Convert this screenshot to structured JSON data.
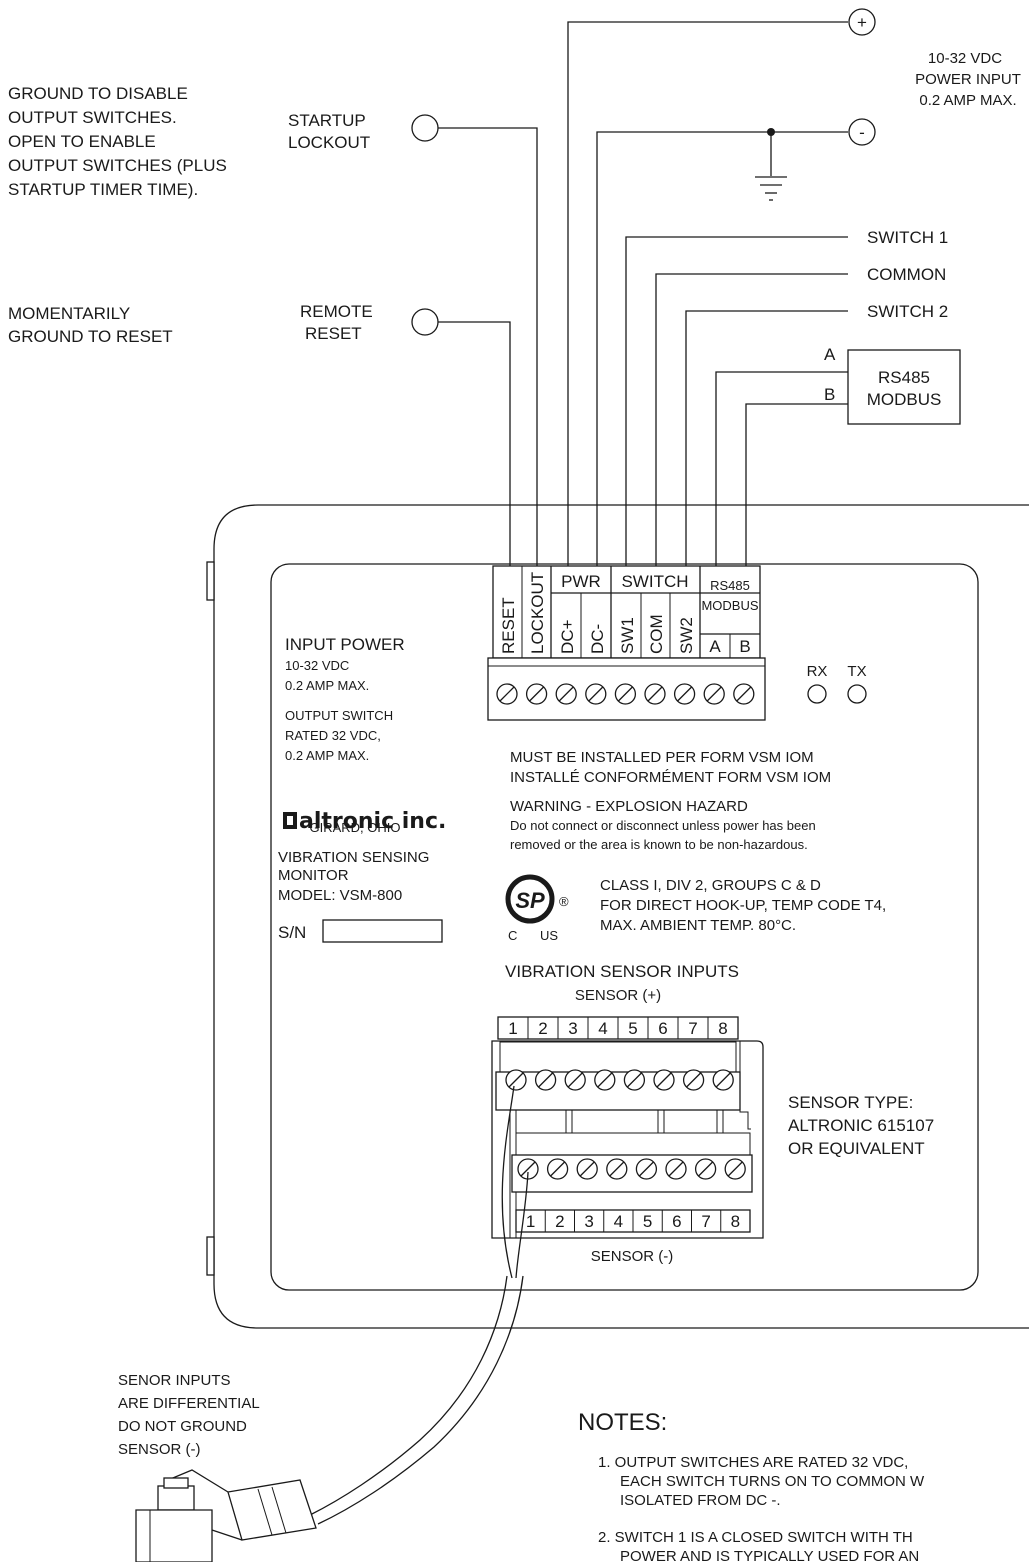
{
  "left_notes": {
    "lockout_note": [
      "GROUND TO DISABLE",
      "OUTPUT SWITCHES.",
      "OPEN TO ENABLE",
      "OUTPUT SWITCHES (PLUS",
      "STARTUP TIMER TIME)."
    ],
    "reset_note": [
      "MOMENTARILY",
      "GROUND TO RESET"
    ],
    "sensor_note": [
      "SENOR INPUTS",
      "ARE DIFFERENTIAL",
      "DO NOT GROUND",
      "SENSOR (-)"
    ]
  },
  "inputs": {
    "startup_lockout": [
      "STARTUP",
      "LOCKOUT"
    ],
    "remote_reset": [
      "REMOTE",
      "RESET"
    ]
  },
  "power": {
    "plus_symbol": "+",
    "minus_symbol": "-",
    "label": [
      "10-32 VDC",
      "POWER INPUT",
      "0.2 AMP MAX."
    ]
  },
  "switch_outputs": {
    "switch1": "SWITCH 1",
    "common": "COMMON",
    "switch2": "SWITCH 2"
  },
  "modbus": {
    "a": "A",
    "b": "B",
    "box": [
      "RS485",
      "MODBUS"
    ]
  },
  "terminal": {
    "groups": {
      "pwr": "PWR",
      "switch": "SWITCH",
      "rs485": [
        "RS485",
        "MODBUS"
      ]
    },
    "vertical_labels": [
      "RESET",
      "LOCKOUT",
      "DC+",
      "DC-",
      "SW1",
      "COM",
      "SW2"
    ],
    "ab_labels": [
      "A",
      "B"
    ]
  },
  "indicators": {
    "rx": "RX",
    "tx": "TX"
  },
  "panel": {
    "input_power": [
      "INPUT POWER",
      "10-32 VDC",
      "0.2 AMP MAX."
    ],
    "output_switch": [
      "OUTPUT SWITCH",
      "RATED 32 VDC,",
      "0.2 AMP MAX."
    ],
    "brand": "altronic inc.",
    "location": "GIRARD, OHIO",
    "product": [
      "VIBRATION SENSING",
      "MONITOR",
      "MODEL: VSM-800"
    ],
    "serial_label": "S/N",
    "install": [
      "MUST BE INSTALLED PER FORM VSM IOM",
      "INSTALLÉ CONFORMÉMENT FORM VSM IOM"
    ],
    "warning": [
      "WARNING - EXPLOSION HAZARD",
      "Do not connect or disconnect unless power has been",
      "removed or the area is known to be non-hazardous."
    ],
    "csa": {
      "mark": "SP",
      "c": "C",
      "us": "US",
      "reg": "®"
    },
    "class": [
      "CLASS I, DIV 2, GROUPS C & D",
      "FOR DIRECT HOOK-UP, TEMP CODE T4,",
      "MAX. AMBIENT TEMP. 80°C."
    ],
    "sensor_inputs_title": "VIBRATION SENSOR INPUTS",
    "sensor_plus": "SENSOR (+)",
    "sensor_minus": "SENSOR (-)",
    "sensor_numbers": [
      "1",
      "2",
      "3",
      "4",
      "5",
      "6",
      "7",
      "8"
    ],
    "sensor_type": [
      "SENSOR TYPE:",
      "ALTRONIC 615107",
      "OR EQUIVALENT"
    ]
  },
  "notes": {
    "title": "NOTES:",
    "items": [
      "1. OUTPUT SWITCHES ARE RATED 32 VDC,",
      "EACH SWITCH TURNS ON TO COMMON W",
      "ISOLATED FROM DC -.",
      "2. SWITCH 1 IS A CLOSED SWITCH WITH TH",
      "POWER AND IS TYPICALLY USED FOR AN"
    ]
  }
}
